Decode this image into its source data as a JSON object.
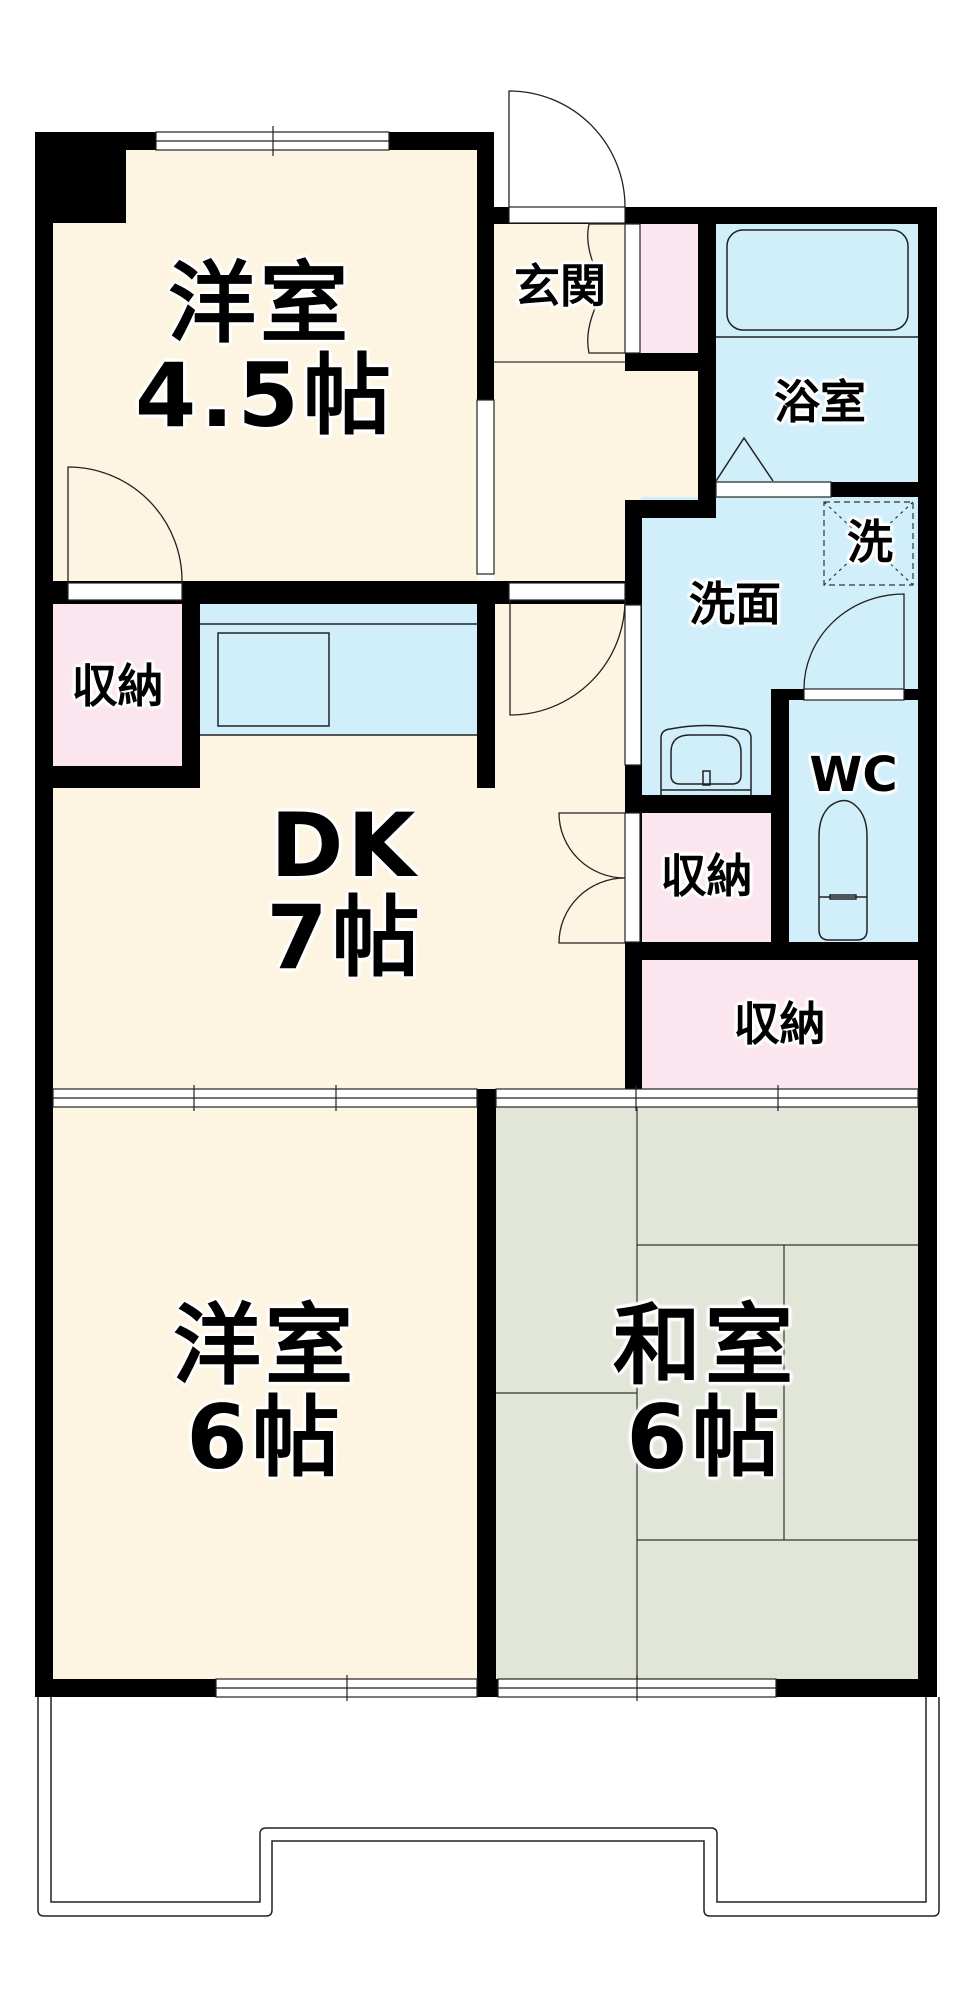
{
  "colors": {
    "wall": "#000000",
    "western_room_floor": "#FDF4E1",
    "wet_area_floor": "#D1EEFB",
    "storage_floor": "#FBE5EF",
    "tatami_floor": "#E1E6D9",
    "fixture_opening": "#FFFFFF"
  },
  "rooms": {
    "western_room_1": {
      "name": "洋室",
      "size": "4.5帖"
    },
    "entrance": {
      "name": "玄関"
    },
    "bathroom": {
      "name": "浴室"
    },
    "washroom": {
      "name": "洗面"
    },
    "washer_space": {
      "name": "洗"
    },
    "toilet": {
      "name": "WC"
    },
    "dining_kitchen": {
      "name": "DK",
      "size": "7帖"
    },
    "storage_left": {
      "name": "収納"
    },
    "storage_middle": {
      "name": "収納"
    },
    "storage_right": {
      "name": "収納"
    },
    "western_room_2": {
      "name": "洋室",
      "size": "6帖"
    },
    "japanese_room": {
      "name": "和室",
      "size": "6帖"
    }
  },
  "balcony": {
    "present": true
  }
}
